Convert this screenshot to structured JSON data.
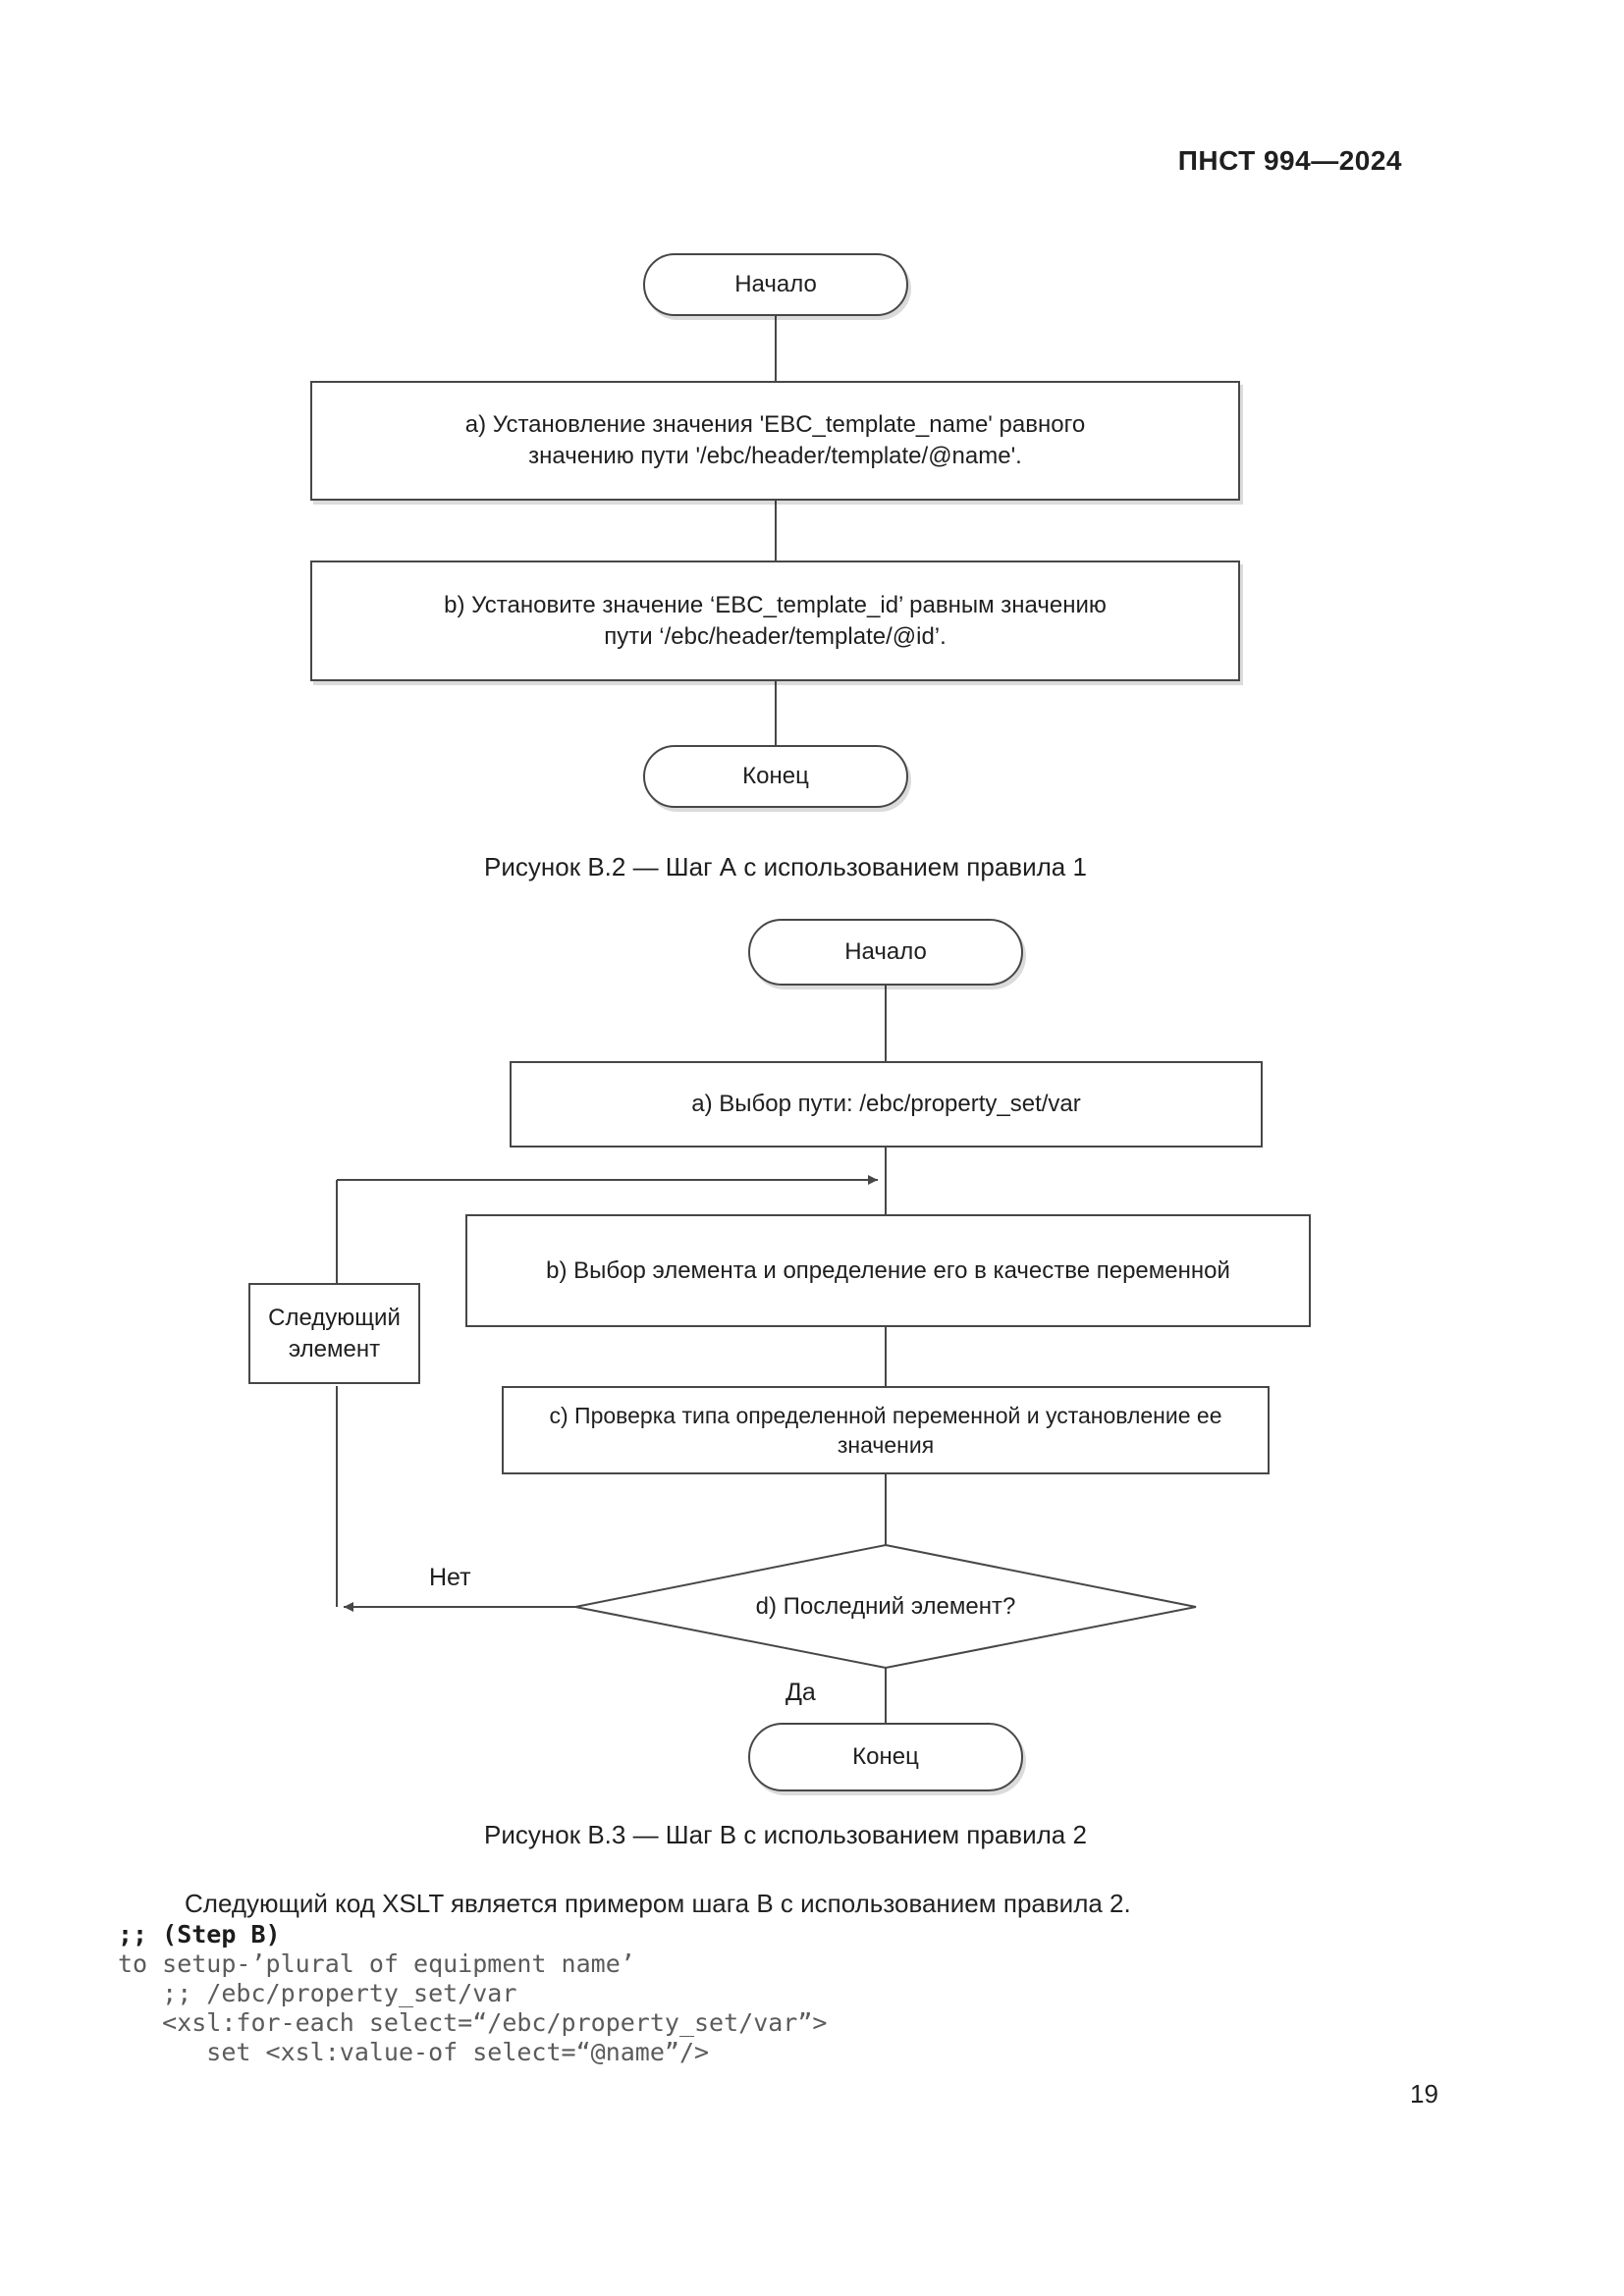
{
  "page": {
    "header": "ПНСТ 994—2024",
    "page_number": "19"
  },
  "figure1": {
    "start_label": "Начало",
    "step_a": {
      "line1": "a) Установление значения 'EBC_template_name' равного",
      "line2": "значению пути '/ebc/header/template/@name'."
    },
    "step_b": {
      "line1": "b) Установите значение ‘EBC_template_id’ равным значению",
      "line2": "пути ‘/ebc/header/template/@id’."
    },
    "end_label": "Конец",
    "caption": "Рисунок В.2 — Шаг А с использованием правила 1"
  },
  "figure2": {
    "start_label": "Начало",
    "step_a": "a) Выбор пути: /ebc/property_set/var",
    "step_b": "b) Выбор элемента и определение его в качестве переменной",
    "step_c": "c) Проверка типа определенной переменной и установление ее значения",
    "decision": "d) Последний элемент?",
    "next_element_box": "Следующий элемент",
    "no_label": "Нет",
    "yes_label": "Да",
    "end_label": "Конец",
    "caption": "Рисунок В.3 — Шаг В с использованием правила 2"
  },
  "body": {
    "paragraph": "Следующий код XSLT является примером шага В с использованием правила 2.",
    "code_lines": [
      ";; (Step B)",
      "to setup-’plural of equipment name’",
      "   ;; /ebc/property_set/var",
      "   <xsl:for-each select=“/ebc/property_set/var”>",
      "      set <xsl:value-of select=“@name”/>"
    ]
  }
}
